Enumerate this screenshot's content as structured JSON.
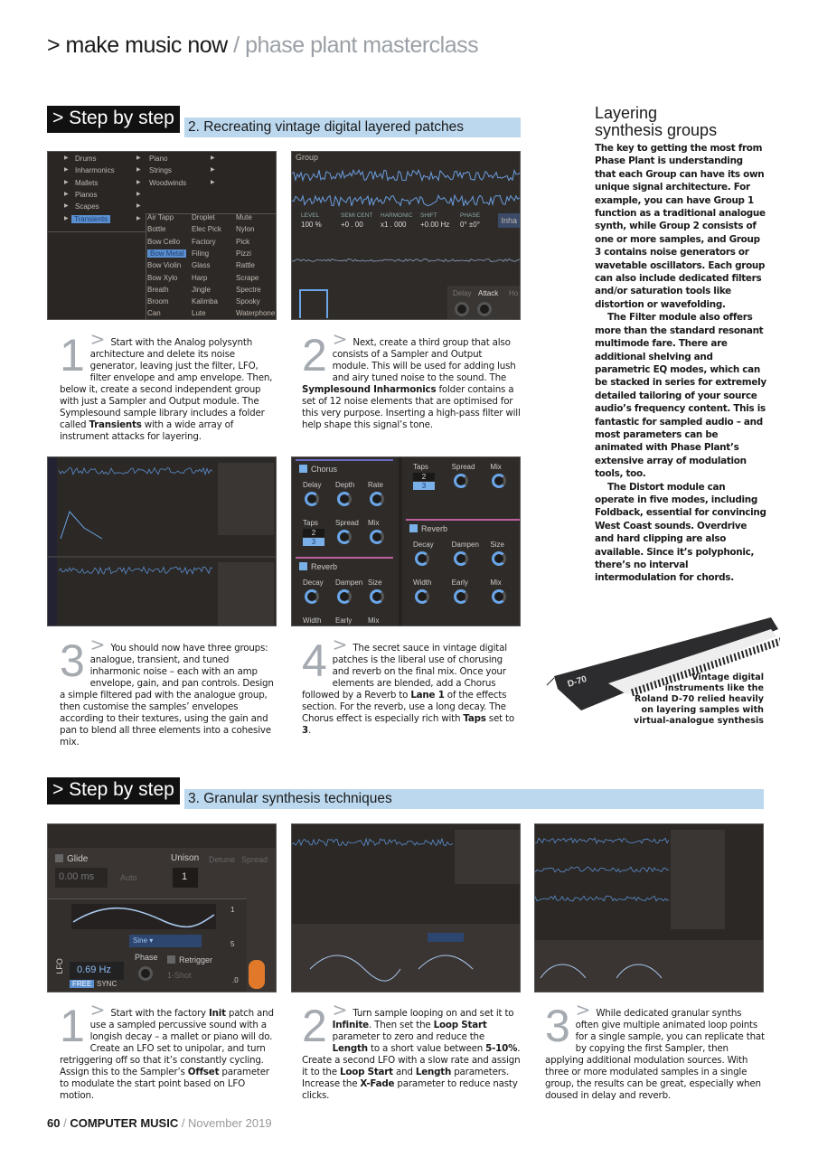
{
  "header": {
    "section": "> make music now",
    "separator": " / ",
    "subsection": "phase plant masterclass"
  },
  "section1": {
    "label": "> Step by step",
    "title": "2. Recreating vintage digital layered patches"
  },
  "section2": {
    "label": "> Step by step",
    "title": "3. Granular synthesis techniques"
  },
  "shot1": {
    "col1": [
      "Drums",
      "Inharmonics",
      "Mallets",
      "Pianos",
      "Scapes",
      "Transients"
    ],
    "col2": [
      "Piano",
      "Strings",
      "Woodwinds"
    ],
    "sub1": [
      "Air Tapp",
      "Bottle",
      "Bow Cello",
      "Bow Metal",
      "Bow Violin",
      "Bow Xylo",
      "Breath",
      "Broom",
      "Can"
    ],
    "sub2": [
      "Droplet",
      "Elec Pick",
      "Factory",
      "Filing",
      "Glass",
      "Harp",
      "Jingle",
      "Kalimba",
      "Lute"
    ],
    "sub3": [
      "Mute",
      "Nylon",
      "Pick",
      "Pizzi",
      "Rattle",
      "Scrape",
      "Spectre",
      "Spooky",
      "Waterphone"
    ],
    "selected": "Transients",
    "selected_sub": "Bow Metal"
  },
  "shot2": {
    "title": "Group",
    "params": [
      {
        "k": "LEVEL",
        "v": "100 %"
      },
      {
        "k": "SEMI CENT",
        "v": "+0 . 00"
      },
      {
        "k": "HARMONIC",
        "v": "x1 . 000"
      },
      {
        "k": "SHIFT",
        "v": "+0.00 Hz"
      },
      {
        "k": "PHASE",
        "v": "0° ±0°"
      }
    ],
    "tag": "Inha",
    "env": [
      "Delay",
      "Attack",
      "Ho"
    ]
  },
  "shot4": {
    "chorus": "Chorus",
    "reverb": "Reverb",
    "r1": [
      "Delay",
      "Depth",
      "Rate"
    ],
    "r2": [
      "Taps",
      "Spread",
      "Mix"
    ],
    "r3": [
      "Decay",
      "Dampen",
      "Size"
    ],
    "r4": [
      "Width",
      "Early",
      "Mix"
    ],
    "taps": [
      "2",
      "3"
    ]
  },
  "shot5": {
    "glide": "Glide",
    "glide_val": "0.00 ms",
    "auto": "Auto",
    "unison": "Unison",
    "unison_val": "1",
    "detune": "Detune",
    "spread": "Spread",
    "shape": "Sine",
    "rate": "0.69 Hz",
    "free": "FREE",
    "sync": "SYNC",
    "phase": "Phase",
    "retrigger": "Retrigger",
    "oneshot": "1-Shot",
    "lfo": "LFO",
    "scale": [
      "1",
      "5",
      ".0"
    ]
  },
  "steps1": [
    {
      "n": "1",
      "text": [
        {
          "t": "Start with the Analog polysynth architecture and delete its noise generator, leaving just the filter, LFO, filter envelope and amp envelope. Then, below it, create a second independent group with just a Sampler and Output module. The Symplesound sample library includes a folder called "
        },
        {
          "t": "Transients",
          "b": 1
        },
        {
          "t": " with a wide array of instrument attacks for layering."
        }
      ]
    },
    {
      "n": "2",
      "text": [
        {
          "t": "Next, create a third group that also consists of a Sampler and Output module. This will be used for adding lush and airy tuned noise to the sound. The "
        },
        {
          "t": "Symplesound Inharmonics",
          "b": 1
        },
        {
          "t": " folder contains a set of 12 noise elements that are optimised for this very purpose. Inserting a high-pass filter will help shape this signal’s tone."
        }
      ]
    },
    {
      "n": "3",
      "text": [
        {
          "t": "You should now have three groups: analogue, transient, and tuned inharmonic noise – each with an amp envelope, gain, and pan controls. Design a simple filtered pad with the analogue group, then customise the samples’ envelopes according to their textures, using the gain and pan to blend all three elements into a cohesive mix."
        }
      ]
    },
    {
      "n": "4",
      "text": [
        {
          "t": "The secret sauce in vintage digital patches is the liberal use of chorusing and reverb on the final mix. Once your elements are blended, add a Chorus followed by a Reverb to "
        },
        {
          "t": "Lane 1",
          "b": 1
        },
        {
          "t": " of the effects section. For the reverb, use a long decay. The Chorus effect is especially rich with "
        },
        {
          "t": "Taps",
          "b": 1
        },
        {
          "t": " set to "
        },
        {
          "t": "3",
          "b": 1
        },
        {
          "t": "."
        }
      ]
    }
  ],
  "steps2": [
    {
      "n": "1",
      "text": [
        {
          "t": "Start with the factory "
        },
        {
          "t": "Init",
          "b": 1
        },
        {
          "t": " patch and use a sampled percussive sound with a longish decay – a mallet or piano will do. Create an LFO set to unipolar, and turn retriggering off so that it’s constantly cycling. Assign this to the Sampler’s "
        },
        {
          "t": "Offset",
          "b": 1
        },
        {
          "t": " parameter to modulate the start point based on LFO motion."
        }
      ]
    },
    {
      "n": "2",
      "text": [
        {
          "t": "Turn sample looping on and set it to "
        },
        {
          "t": "Infinite",
          "b": 1
        },
        {
          "t": ". Then set the "
        },
        {
          "t": "Loop Start",
          "b": 1
        },
        {
          "t": " parameter to zero and reduce the "
        },
        {
          "t": "Length",
          "b": 1
        },
        {
          "t": " to a short value between "
        },
        {
          "t": "5-10%",
          "b": 1
        },
        {
          "t": ". Create a second LFO with a slow rate and assign it to the "
        },
        {
          "t": "Loop Start",
          "b": 1
        },
        {
          "t": " and "
        },
        {
          "t": "Length",
          "b": 1
        },
        {
          "t": " parameters. Increase the "
        },
        {
          "t": "X-Fade",
          "b": 1
        },
        {
          "t": " parameter to reduce nasty clicks."
        }
      ]
    },
    {
      "n": "3",
      "text": [
        {
          "t": "While dedicated granular synths often give multiple animated loop points for a single sample, you can replicate that by copying the first Sampler, then applying additional modulation sources. With three or more modulated samples in a single group, the results can be great, especially when doused in delay and reverb."
        }
      ]
    }
  ],
  "sidebar": {
    "title": "Layering\nsynthesis groups",
    "paragraphs": [
      "The key to getting the most from Phase Plant is understanding that each Group can have its own unique signal architecture. For example, you can have Group 1 function as a traditional analogue synth, while Group 2 consists of one or more samples, and Group 3 contains noise generators or wavetable oscillators. Each group can also include dedicated filters and/or saturation tools like distortion or wavefolding.",
      "The Filter module also offers more than the standard resonant multimode fare. There are additional shelving and parametric EQ modes, which can be stacked in series for extremely detailed tailoring of your source audio’s frequency content. This is fantastic for sampled audio – and most parameters can be animated with Phase Plant’s extensive array of modulation tools, too.",
      "The Distort module can operate in five modes, including Foldback, essential for convincing West Coast sounds. Overdrive and hard clipping are also available. Since it’s polyphonic, there’s no interval intermodulation for chords."
    ]
  },
  "caption": "Vintage digital instruments like the Roland D-70 relied heavily on layering samples with virtual-analogue synthesis",
  "keyboard_logo": "D-70",
  "footer": {
    "page": "60",
    "sep": " / ",
    "magazine": "COMPUTER MUSIC",
    "issue": "November 2019"
  },
  "colors": {
    "accent_bar": "#bcd8ee",
    "panel": "#2f2b28",
    "knob": "#6aa6e8",
    "numeral": "#a4aab0"
  }
}
